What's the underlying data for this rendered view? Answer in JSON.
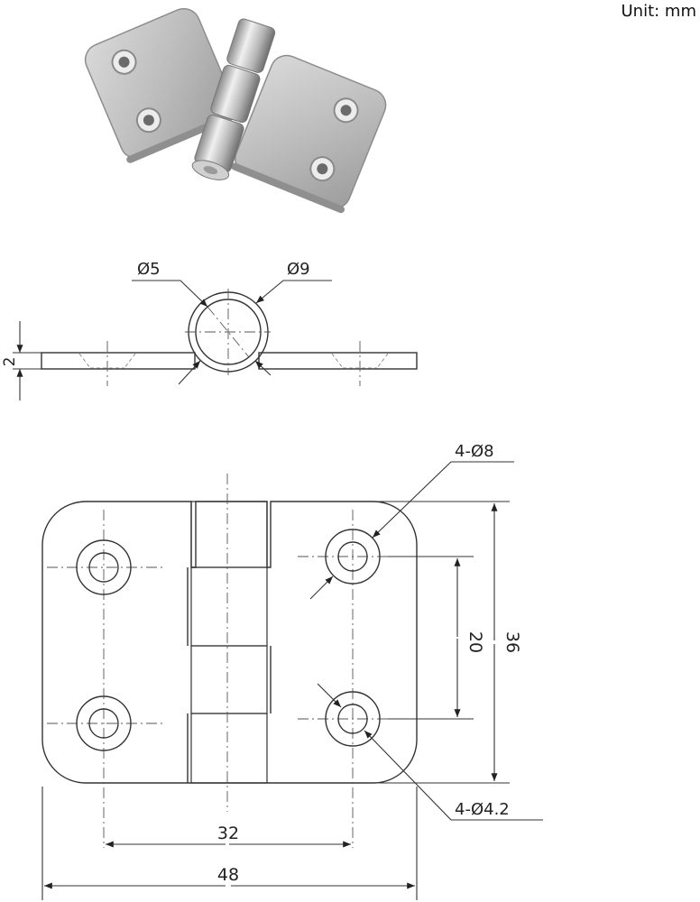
{
  "unit_label": "Unit: mm",
  "side_view": {
    "pin_diameter_label": "Ø5",
    "knuckle_diameter_label": "Ø9",
    "thickness_label": "2"
  },
  "top_view": {
    "large_hole_label": "4-Ø8",
    "small_hole_label": "4-Ø4.2",
    "hole_vertical_spacing_label": "20",
    "overall_height_label": "36",
    "hole_horizontal_spacing_label": "32",
    "overall_width_label": "48"
  },
  "colors": {
    "line": "#333333",
    "metal_light": "#e6e6e6",
    "metal_mid": "#b9b9b9",
    "metal_dark": "#7a7a7a"
  }
}
